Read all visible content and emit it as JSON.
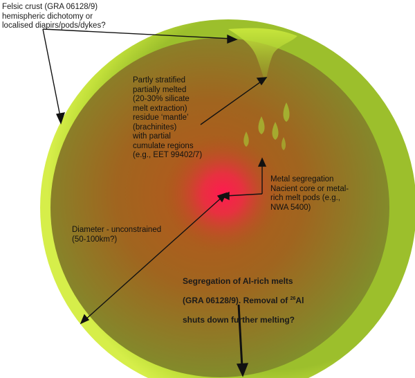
{
  "labels": {
    "felsic_crust": "Felsic crust (GRA 06128/9)\nhemispheric dichotomy or\nlocalised diapirs/pods/dykes?",
    "mantle": "Partly stratified\npartially melted\n(20-30% silicate\nmelt extraction)\nresidue ‘mantle’\n(brachinites)\nwith partial\ncumulate regions\n(e.g., EET 99402/7)",
    "metal": "Metal segregation\nNacient core or metal-\nrich melt pods (e.g.,\nNWA 5400)",
    "diameter": "Diameter - unconstrained\n(50-100km?)",
    "segregation_line1": "Segregation of Al-rich melts",
    "segregation_line2_pre": "(GRA 06128/9). Removal of ",
    "segregation_sup": "26",
    "segregation_line2_post": "Al",
    "segregation_line3": "shuts down further melting?"
  },
  "colors": {
    "crust_outer": "#c8e63c",
    "crust_inner": "#8fb52a",
    "mantle_center": "#a6561c",
    "mantle_edge": "#7f8a2a",
    "core_hot": "#ff1a4d",
    "arrow": "#111111"
  }
}
